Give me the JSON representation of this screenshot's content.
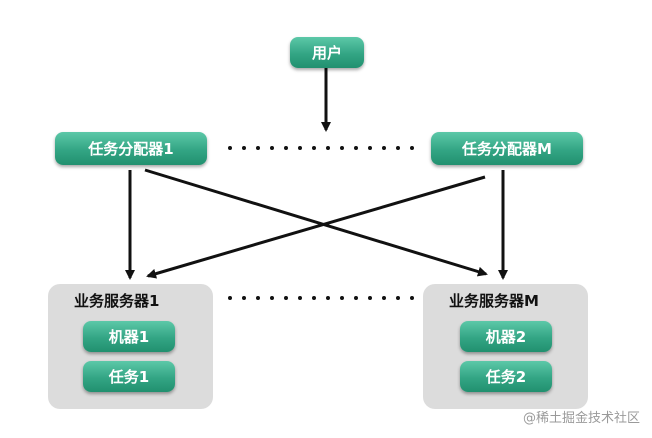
{
  "user": {
    "label": "用户"
  },
  "dispatchers": [
    {
      "label": "任务分配器1"
    },
    {
      "label": "任务分配器M"
    }
  ],
  "servers": [
    {
      "title": "业务服务器1",
      "machine": "机器1",
      "task": "任务1"
    },
    {
      "title": "业务服务器M",
      "machine": "机器2",
      "task": "任务2"
    }
  ],
  "watermark": "@稀土掘金技术社区",
  "colors": {
    "node_top": "#5cc8a8",
    "node_bottom": "#21906f",
    "server_bg": "#dcdcdc",
    "arrow": "#111111"
  }
}
